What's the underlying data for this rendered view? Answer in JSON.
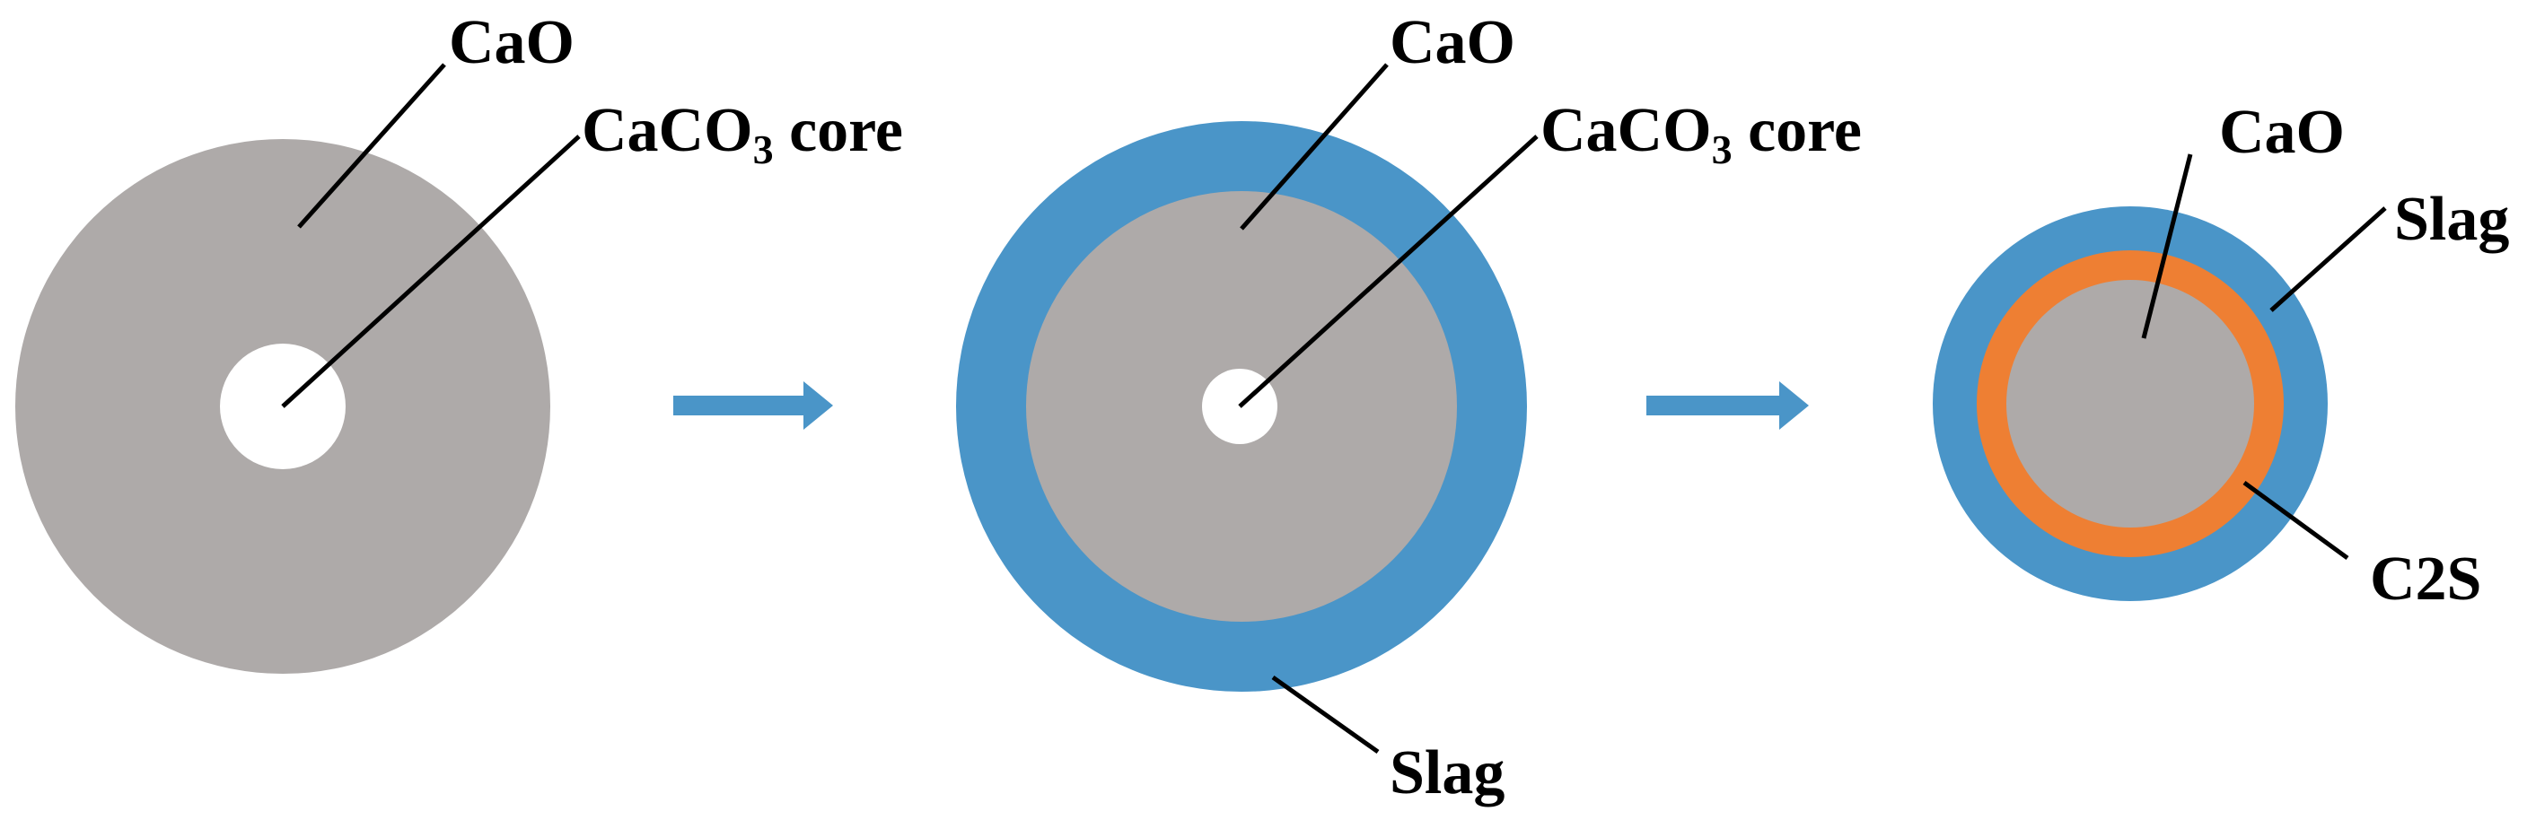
{
  "colors": {
    "cao": "#aeaaa9",
    "core": "#ffffff",
    "slag": "#4a95c8",
    "c2s": "#ee7f33",
    "arrow": "#4a95c8",
    "leader": "#000000"
  },
  "stage1": {
    "cao_label": "CaO",
    "core_label_main": "CaCO",
    "core_label_sub": "3",
    "core_label_tail": " core"
  },
  "stage2": {
    "cao_label": "CaO",
    "core_label_main": "CaCO",
    "core_label_sub": "3",
    "core_label_tail": " core",
    "slag_label": "Slag"
  },
  "stage3": {
    "cao_label": "CaO",
    "slag_label": "Slag",
    "c2s_label": "C2S"
  }
}
